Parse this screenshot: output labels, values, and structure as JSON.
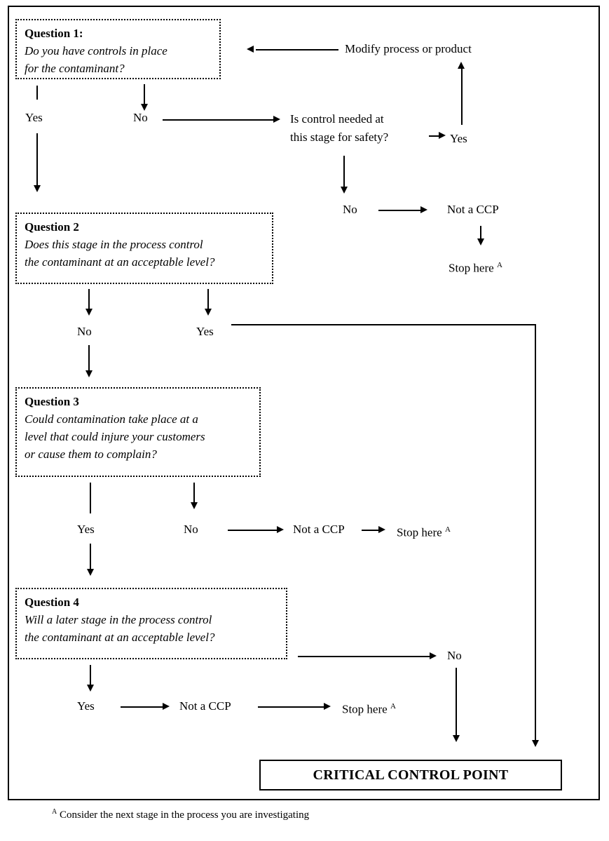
{
  "diagram": {
    "title_text": "CRITICAL CONTROL POINT",
    "footnote": "Consider the next stage in the process you are investigating",
    "footnote_marker": "A"
  },
  "questions": [
    {
      "id": "q1",
      "title": "Question 1:",
      "lines": [
        "Do you have controls in place",
        "for the contaminant?"
      ]
    },
    {
      "id": "q2",
      "title": "Question 2",
      "lines": [
        "Does this stage in the process control",
        "the contaminant at an acceptable level?"
      ]
    },
    {
      "id": "q3",
      "title": "Question 3",
      "lines": [
        "Could contamination take place at a",
        "level that could injure your customers",
        "or cause them to complain?"
      ]
    },
    {
      "id": "q4",
      "title": "Question 4",
      "lines": [
        "Will a later stage in the process control",
        "the contaminant at an acceptable level?"
      ]
    }
  ],
  "labels": {
    "modify": "Modify process or product",
    "is_control_needed_line1": "Is control needed at",
    "is_control_needed_line2": "this stage for safety?",
    "q1_yes": "Yes",
    "q1_no": "No",
    "control_yes": "Yes",
    "control_no": "No",
    "not_a_ccp_top": "Not a CCP",
    "stop_here_top": "Stop here",
    "q2_no": "No",
    "q2_yes": "Yes",
    "q3_yes": "Yes",
    "q3_no": "No",
    "not_a_ccp_q3": "Not a CCP",
    "stop_here_q3": "Stop here",
    "q4_yes": "Yes",
    "q4_no": "No",
    "not_a_ccp_q4": "Not a CCP",
    "stop_here_q4": "Stop here",
    "sup_marker": "A"
  },
  "colors": {
    "ink": "#000000",
    "paper": "#ffffff"
  }
}
